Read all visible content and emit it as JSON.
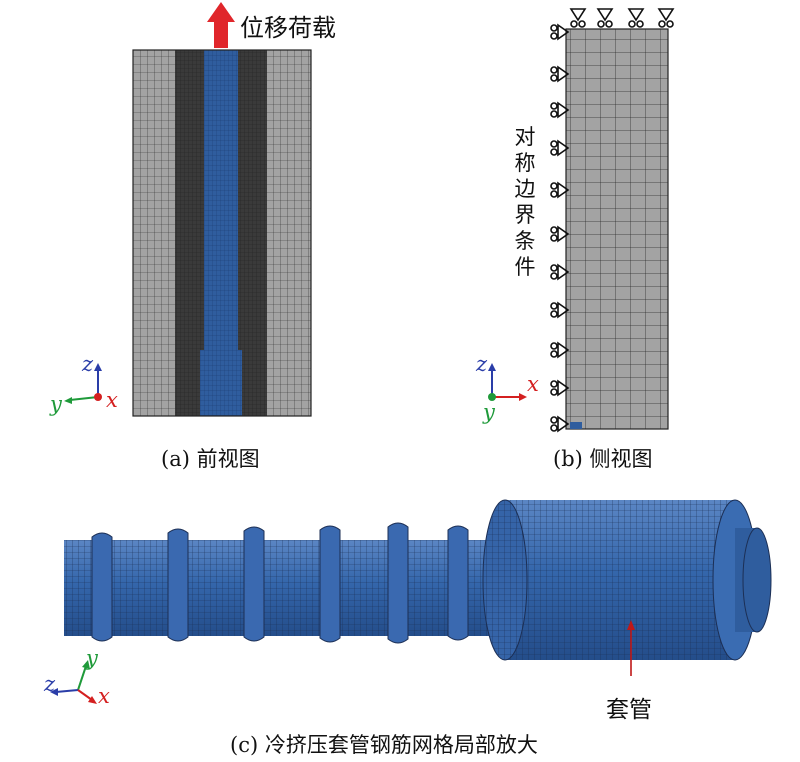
{
  "panels": {
    "front": {
      "caption": "(a) 前视图",
      "load_label": "位移荷载",
      "axes": {
        "z": "z",
        "y": "y",
        "x": "x"
      }
    },
    "side": {
      "caption": "(b) 侧视图",
      "boundary_label": [
        "对",
        "称",
        "边",
        "界",
        "条",
        "件"
      ],
      "axes": {
        "z": "z",
        "y": "y",
        "x": "x"
      }
    },
    "detail": {
      "caption": "(c) 冷挤压套管钢筋网格局部放大",
      "sleeve_label": "套管",
      "axes": {
        "y": "y",
        "z": "z",
        "x": "x"
      }
    }
  },
  "colors": {
    "mesh_gray": "#a3a3a3",
    "mesh_dark": "#3a3a3a",
    "rebar_blue": "#2f5d9e",
    "load_arrow": "#e0262b",
    "axis_z": "#2a3da8",
    "axis_y": "#1f9a3a",
    "axis_x": "#d42020"
  }
}
